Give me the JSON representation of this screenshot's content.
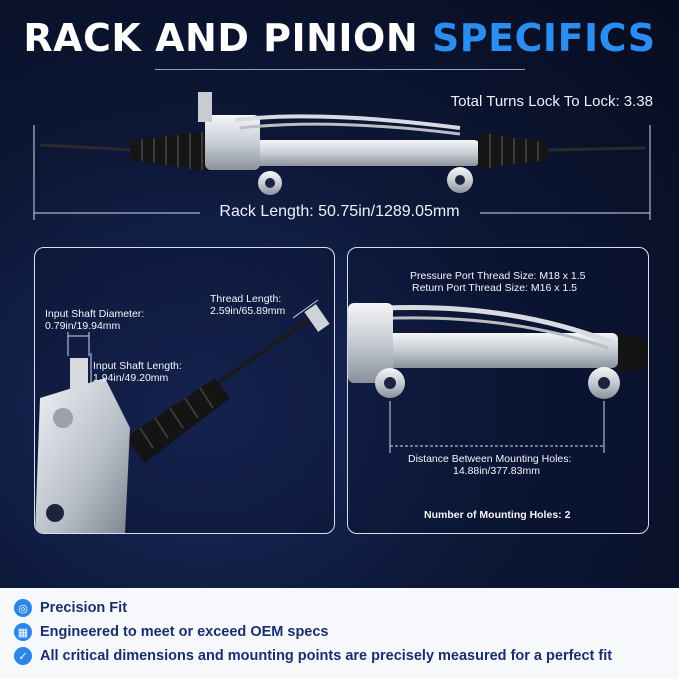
{
  "title": {
    "main": "RACK AND PINION ",
    "accent": "SPECIFICS"
  },
  "turns_label": "Total Turns Lock To Lock: 3.38",
  "rack_length_label": "Rack Length: 50.75in/1289.05mm",
  "left_panel": {
    "shaft_diameter_label": "Input Shaft Diameter:",
    "shaft_diameter_value": "0.79in/19.94mm",
    "shaft_length_label": "Input Shaft Length:",
    "shaft_length_value": "1.94in/49.20mm",
    "thread_length_label": "Thread Length:",
    "thread_length_value": "2.59in/65.89mm"
  },
  "right_panel": {
    "pressure_port": "Pressure Port Thread Size: M18 x 1.5",
    "return_port": "Return Port Thread Size: M16 x 1.5",
    "hole_distance_label": "Distance Between Mounting Holes:",
    "hole_distance_value": "14.88in/377.83mm",
    "mounting_holes": "Number of Mounting Holes: 2"
  },
  "features": [
    {
      "icon": "target-icon",
      "text": "Precision Fit"
    },
    {
      "icon": "factory-icon",
      "text": "Engineered to meet or exceed OEM specs"
    },
    {
      "icon": "check-icon",
      "text": "All critical dimensions and mounting points are precisely measured for a perfect fit"
    }
  ],
  "colors": {
    "accent": "#2c8df0",
    "background": "#0d1838",
    "feature_text": "#1a2e6e",
    "feature_icon": "#2c86e8"
  }
}
